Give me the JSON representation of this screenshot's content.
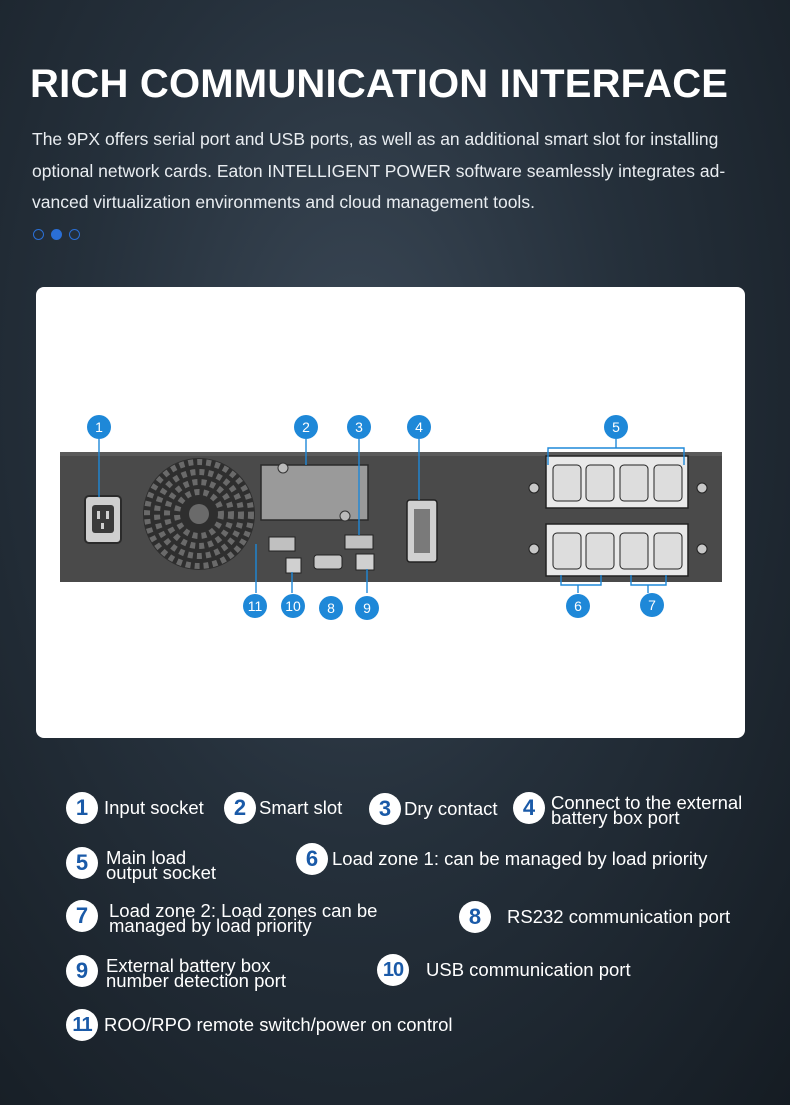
{
  "header": {
    "title": "RICH COMMUNICATION INTERFACE",
    "description_lines": [
      "The 9PX offers serial port and USB ports, as well as an additional smart slot for installing",
      "optional network cards. Eaton INTELLIGENT POWER software seamlessly integrates ad-",
      "vanced virtualization environments and cloud management tools."
    ]
  },
  "carousel": {
    "count": 3,
    "active_index": 1
  },
  "colors": {
    "badge_fill": "#1e88d8",
    "chassis": "#4a4a4a",
    "accent": "#2a6fd6",
    "legend_number": "#1a5aa8"
  },
  "diagram": {
    "callouts": [
      "1",
      "2",
      "3",
      "4",
      "5",
      "6",
      "7",
      "8",
      "9",
      "10",
      "11"
    ]
  },
  "legend": [
    {
      "num": "1",
      "lines": [
        "Input socket"
      ]
    },
    {
      "num": "2",
      "lines": [
        "Smart slot"
      ]
    },
    {
      "num": "3",
      "lines": [
        "Dry contact"
      ]
    },
    {
      "num": "4",
      "lines": [
        "Connect to the external",
        "battery box port"
      ]
    },
    {
      "num": "5",
      "lines": [
        "Main load",
        "output socket"
      ]
    },
    {
      "num": "6",
      "lines": [
        "Load zone 1: can be managed by load priority"
      ]
    },
    {
      "num": "7",
      "lines": [
        "Load zone 2: Load zones can be",
        "managed by load priority"
      ]
    },
    {
      "num": "8",
      "lines": [
        "RS232 communication port"
      ]
    },
    {
      "num": "9",
      "lines": [
        "External battery box",
        "number detection port"
      ]
    },
    {
      "num": "10",
      "lines": [
        "USB communication port"
      ]
    },
    {
      "num": "11",
      "lines": [
        "ROO/RPO remote switch/power on control"
      ]
    }
  ]
}
